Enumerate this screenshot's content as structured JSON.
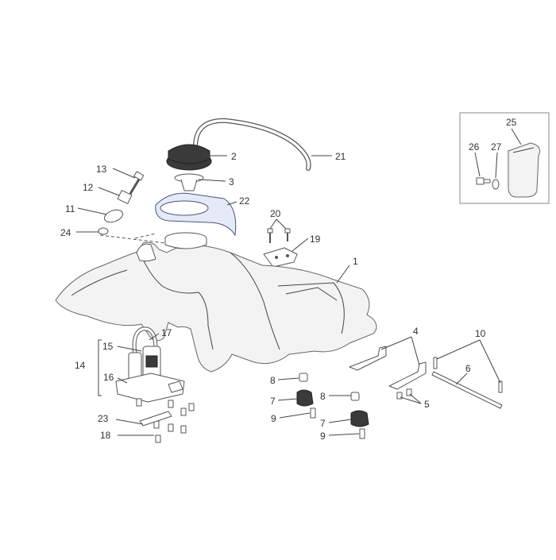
{
  "callouts": [
    {
      "id": "c1",
      "label": "1"
    },
    {
      "id": "c2",
      "label": "2"
    },
    {
      "id": "c3",
      "label": "3"
    },
    {
      "id": "c4",
      "label": "4"
    },
    {
      "id": "c5",
      "label": "5"
    },
    {
      "id": "c6",
      "label": "6"
    },
    {
      "id": "c7a",
      "label": "7"
    },
    {
      "id": "c7b",
      "label": "7"
    },
    {
      "id": "c8a",
      "label": "8"
    },
    {
      "id": "c8b",
      "label": "8"
    },
    {
      "id": "c9a",
      "label": "9"
    },
    {
      "id": "c9b",
      "label": "9"
    },
    {
      "id": "c10",
      "label": "10"
    },
    {
      "id": "c11",
      "label": "11"
    },
    {
      "id": "c12",
      "label": "12"
    },
    {
      "id": "c13",
      "label": "13"
    },
    {
      "id": "c14",
      "label": "14"
    },
    {
      "id": "c15",
      "label": "15"
    },
    {
      "id": "c16",
      "label": "16"
    },
    {
      "id": "c17",
      "label": "17"
    },
    {
      "id": "c18",
      "label": "18"
    },
    {
      "id": "c19",
      "label": "19"
    },
    {
      "id": "c20",
      "label": "20"
    },
    {
      "id": "c21",
      "label": "21"
    },
    {
      "id": "c22",
      "label": "22"
    },
    {
      "id": "c23",
      "label": "23"
    },
    {
      "id": "c24",
      "label": "24"
    },
    {
      "id": "c25",
      "label": "25"
    },
    {
      "id": "c26",
      "label": "26"
    },
    {
      "id": "c27",
      "label": "27"
    }
  ]
}
